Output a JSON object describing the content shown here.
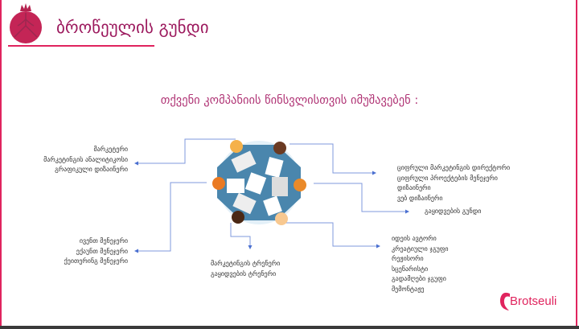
{
  "header": {
    "title": "ბროწეულის გუნდი"
  },
  "subtitle": "თქვენი კომპანიის წინსვლისთვის იმუშავებენ :",
  "groups": {
    "marketing": [
      "მარკეტერი",
      "მარკეტინგის ანალიტიკოსი",
      "გრაფიკული დიზაინერი"
    ],
    "events": [
      "ივენთ მენეჯერი",
      "ექაუნთ მენეჯერი",
      "ქეითერინგ მენეჯერი"
    ],
    "digital": [
      "ციფრული მარკეტინგის დირექტორი",
      "ციფრული პროექტების მენეჯერი",
      "დიზაინერი",
      "ვებ დიზაინერი"
    ],
    "sales": [
      "გაყიდვების გუნდი"
    ],
    "training": [
      "მარკეტინგის ტრენერი",
      "გაყიდვების ტრენერი"
    ],
    "creative": [
      "იდეის ავტორი",
      "კრეატიული ჯგუფი",
      "რეჟისორი",
      "სცენარისტი",
      "გადამღები ჯგუფი",
      "მემონტაჟე"
    ]
  },
  "brand": {
    "name": "Brotseuli",
    "color": "#e0245e",
    "line_color": "#4a6fd0"
  }
}
